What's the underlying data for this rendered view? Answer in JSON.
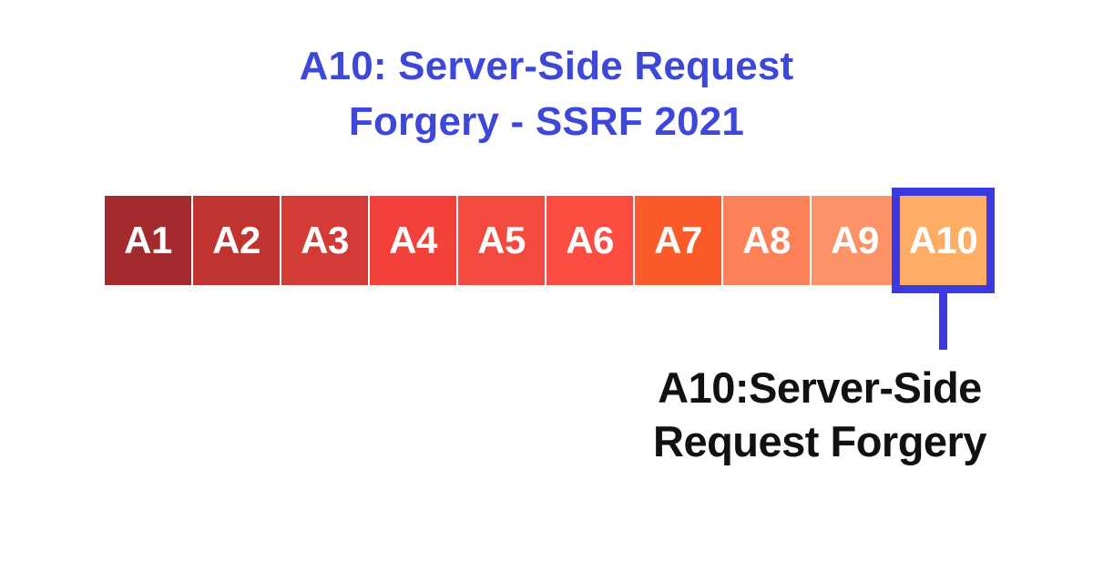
{
  "page": {
    "background": "#ffffff"
  },
  "title": {
    "line1": "A10: Server-Side Request",
    "line2": "Forgery - SSRF 2021",
    "color": "#3d47d8"
  },
  "strip": {
    "items": [
      {
        "label": "A1",
        "color": "#a32a2d",
        "highlighted": false
      },
      {
        "label": "A2",
        "color": "#bf3431",
        "highlighted": false
      },
      {
        "label": "A3",
        "color": "#d33c36",
        "highlighted": false
      },
      {
        "label": "A4",
        "color": "#f2413b",
        "highlighted": false
      },
      {
        "label": "A5",
        "color": "#f34a40",
        "highlighted": false
      },
      {
        "label": "A6",
        "color": "#fb4d41",
        "highlighted": false
      },
      {
        "label": "A7",
        "color": "#fb5a2b",
        "highlighted": false
      },
      {
        "label": "A8",
        "color": "#fc8159",
        "highlighted": false
      },
      {
        "label": "A9",
        "color": "#fc9268",
        "highlighted": false
      },
      {
        "label": "A10",
        "color": "#ffad64",
        "highlighted": true
      }
    ],
    "label_color": "#ffffff",
    "highlight_color": "#3a3ae0"
  },
  "callout": {
    "line1": "A10:Server-Side",
    "line2": "Request Forgery",
    "color": "#111111"
  }
}
